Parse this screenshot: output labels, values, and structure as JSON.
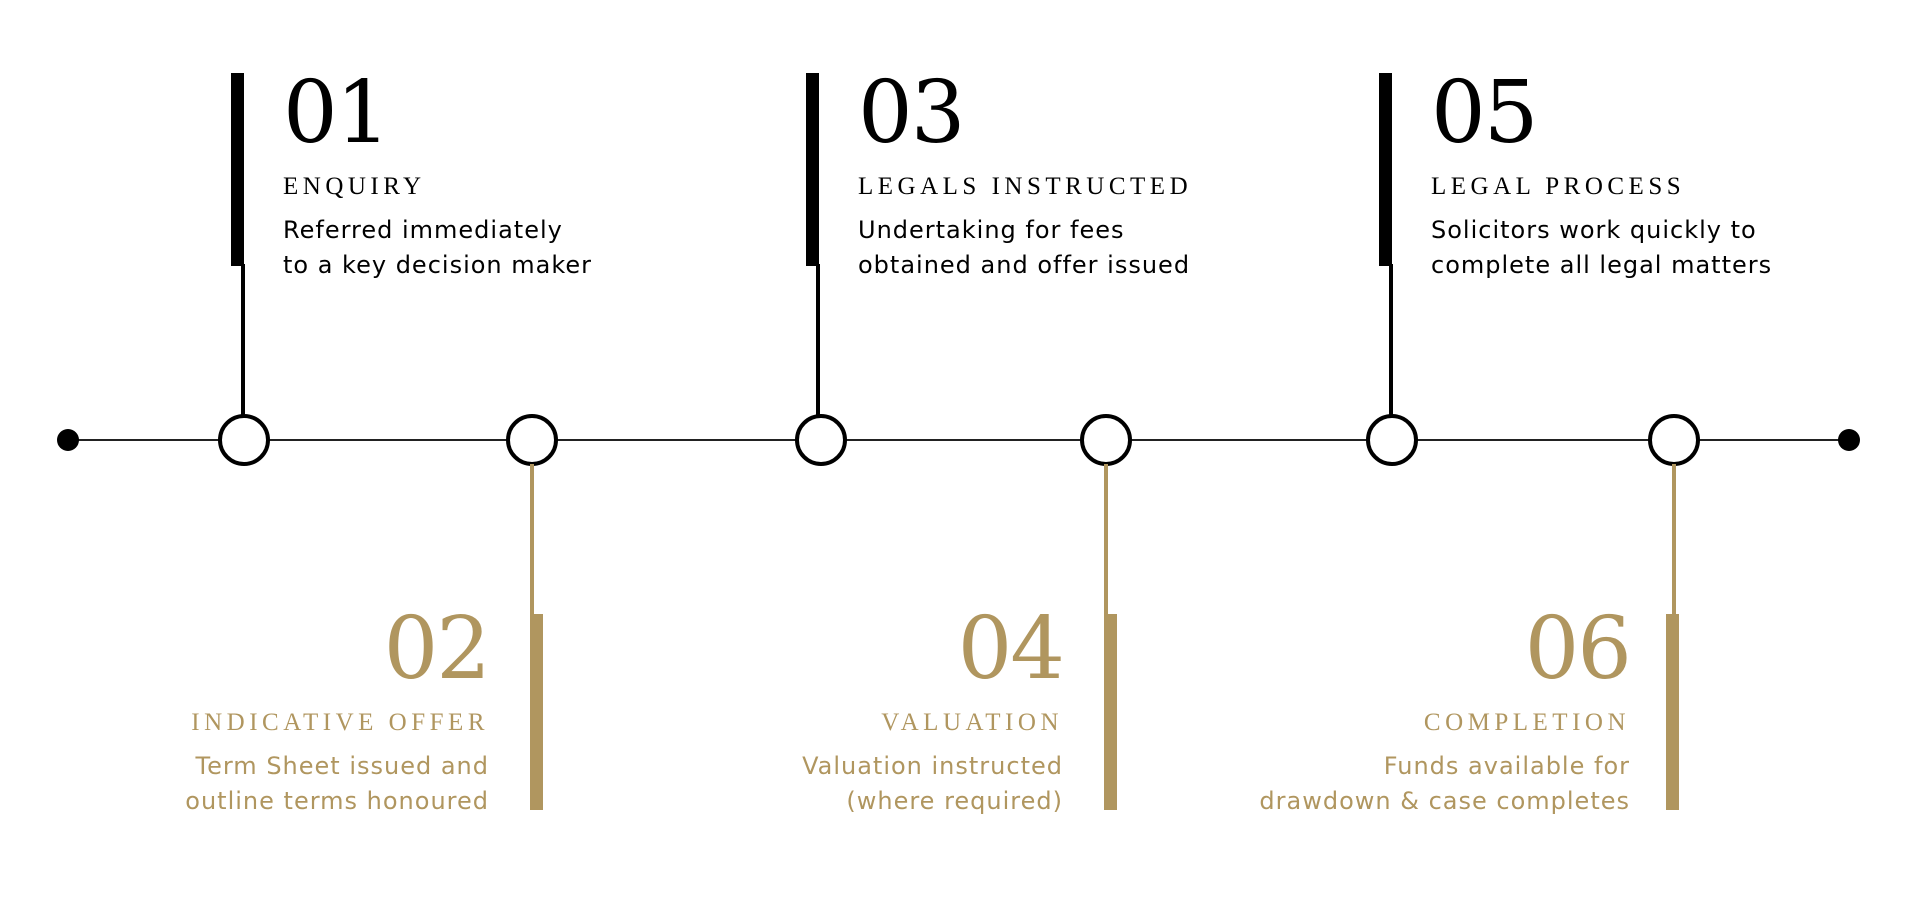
{
  "colors": {
    "primary": "#000000",
    "accent": "#b0965f"
  },
  "steps": [
    {
      "number": "01",
      "title": "ENQUIRY",
      "desc": "Referred immediately\nto a key decision maker"
    },
    {
      "number": "02",
      "title": "INDICATIVE OFFER",
      "desc": "Term Sheet issued and\noutline terms honoured"
    },
    {
      "number": "03",
      "title": "LEGALS INSTRUCTED",
      "desc": "Undertaking for fees\nobtained and offer issued"
    },
    {
      "number": "04",
      "title": "VALUATION",
      "desc": "Valuation instructed\n(where required)"
    },
    {
      "number": "05",
      "title": "LEGAL PROCESS",
      "desc": "Solicitors work quickly to\ncomplete all legal matters"
    },
    {
      "number": "06",
      "title": "COMPLETION",
      "desc": "Funds available for\ndrawdown & case completes"
    }
  ]
}
